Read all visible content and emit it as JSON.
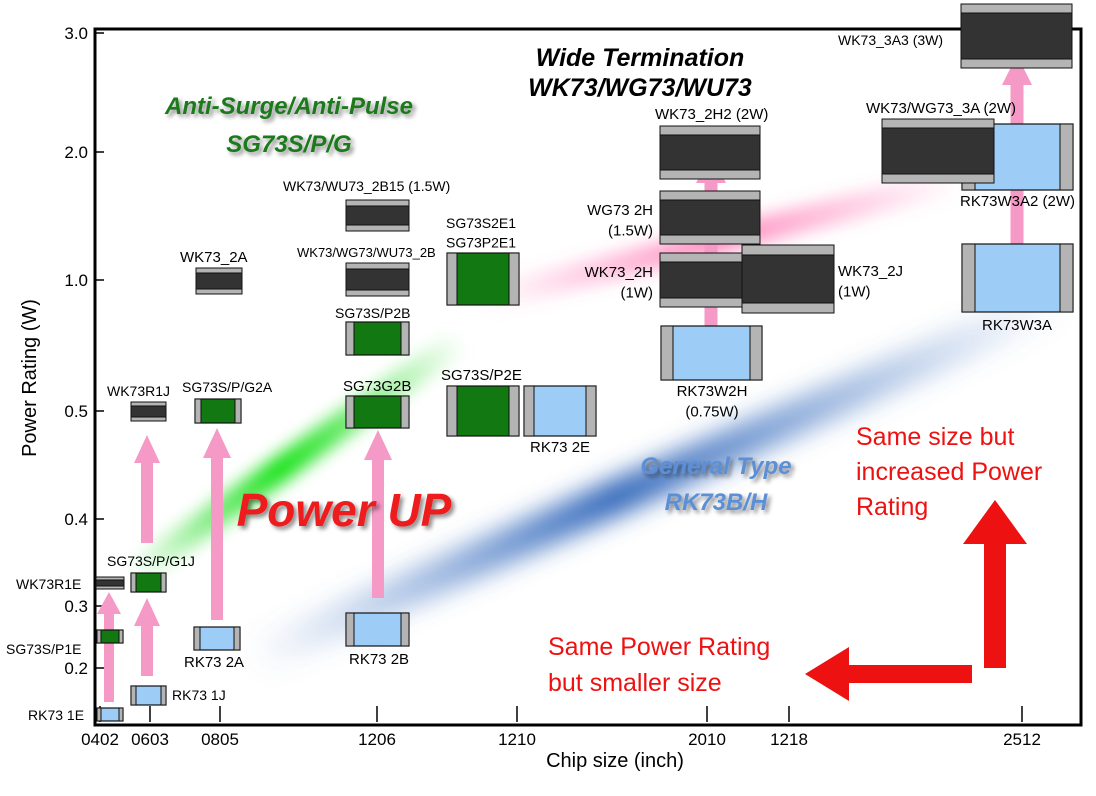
{
  "chart_data": {
    "type": "scatter",
    "xlabel": "Chip size (inch)",
    "ylabel": "Power Rating (W)",
    "x_categories": [
      "0402",
      "0603",
      "0805",
      "1206",
      "1210",
      "2010",
      "1218",
      "2512"
    ],
    "y_ticks": [
      "0.2",
      "0.3",
      "0.4",
      "0.5",
      "1.0",
      "2.0",
      "3.0"
    ],
    "y_tick_values": [
      0.2,
      0.3,
      0.4,
      0.5,
      1.0,
      2.0,
      3.0
    ],
    "y_scale": "log",
    "groups": [
      {
        "name": "Wide Termination",
        "subtitle": "WK73/WG73/WU73",
        "color": "#000000"
      },
      {
        "name": "Anti-Surge/Anti-Pulse",
        "subtitle": "SG73S/P/G",
        "color": "#1a7a1a"
      },
      {
        "name": "General Type",
        "subtitle": "RK73B/H",
        "color": "#5b8fd6"
      }
    ],
    "points": [
      {
        "label": "RK73 1E",
        "size": "0402",
        "power": 0.16,
        "type": "general"
      },
      {
        "label": "SG73S/P1E",
        "size": "0402",
        "power": 0.25,
        "type": "surge"
      },
      {
        "label": "WK73R1E",
        "size": "0402",
        "power": 0.33,
        "type": "wide"
      },
      {
        "label": "RK73 1J",
        "size": "0603",
        "power": 0.18,
        "type": "general"
      },
      {
        "label": "SG73S/P/G1J",
        "size": "0603",
        "power": 0.33,
        "type": "surge"
      },
      {
        "label": "WK73R1J",
        "size": "0603",
        "power": 0.5,
        "type": "wide"
      },
      {
        "label": "RK73 2A",
        "size": "0805",
        "power": 0.25,
        "type": "general"
      },
      {
        "label": "SG73S/P/G2A",
        "size": "0805",
        "power": 0.5,
        "type": "surge"
      },
      {
        "label": "WK73_2A",
        "size": "0805",
        "power": 1.0,
        "type": "wide"
      },
      {
        "label": "RK73 2B",
        "size": "1206",
        "power": 0.25,
        "type": "general"
      },
      {
        "label": "SG73G2B",
        "size": "1206",
        "power": 0.5,
        "type": "surge"
      },
      {
        "label": "SG73S/P2B",
        "size": "1206",
        "power": 0.75,
        "type": "surge"
      },
      {
        "label": "WK73/WG73/WU73_2B",
        "size": "1206",
        "power": 1.0,
        "type": "wide"
      },
      {
        "label": "WK73/WU73_2B15 (1.5W)",
        "size": "1206",
        "power": 1.5,
        "type": "wide"
      },
      {
        "label": "SG73S/P2E",
        "size": "1210",
        "power": 0.5,
        "type": "surge"
      },
      {
        "label": "RK73 2E",
        "size": "1210",
        "power": 0.5,
        "type": "general"
      },
      {
        "label": "SG73S2E1\nSG73P2E1",
        "size": "1210",
        "power": 1.0,
        "type": "surge"
      },
      {
        "label": "RK73W2H\n(0.75W)",
        "size": "2010",
        "power": 0.75,
        "type": "general"
      },
      {
        "label": "WK73_2H\n(1W)",
        "size": "2010",
        "power": 1.0,
        "type": "wide"
      },
      {
        "label": "WG73 2H\n(1.5W)",
        "size": "2010",
        "power": 1.5,
        "type": "wide"
      },
      {
        "label": "WK73_2H2 (2W)",
        "size": "2010",
        "power": 2.0,
        "type": "wide"
      },
      {
        "label": "WK73_2J\n(1W)",
        "size": "1218",
        "power": 1.0,
        "type": "wide"
      },
      {
        "label": "RK73W3A",
        "size": "2512",
        "power": 1.0,
        "type": "general"
      },
      {
        "label": "RK73W3A2 (2W)",
        "size": "2512",
        "power": 2.0,
        "type": "general"
      },
      {
        "label": "WK73/WG73_3A (2W)",
        "size": "2512",
        "power": 2.0,
        "type": "wide"
      },
      {
        "label": "WK73_3A3 (3W)",
        "size": "2512",
        "power": 3.0,
        "type": "wide"
      }
    ],
    "annotations": {
      "power_up": "Power UP",
      "same_size": "Same size but\nincreased Power\nRating",
      "same_power": "Same Power Rating\nbut smaller size"
    },
    "colors": {
      "wide": "#333333",
      "surge": "#127812",
      "general": "#9dcdf7",
      "term": "#b4b4b4",
      "arrow_pink": "#f59ac6",
      "arrow_red": "#ee1111",
      "title_green": "#1a7a1a",
      "title_blue": "#5b8fd6",
      "red_text": "#ee1111"
    }
  }
}
